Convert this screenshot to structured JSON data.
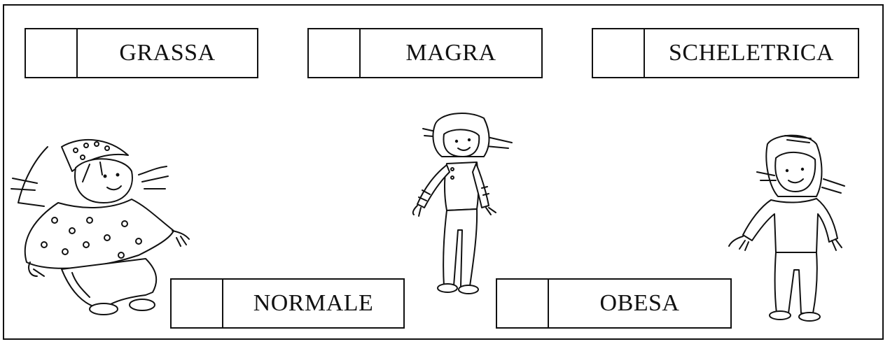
{
  "labels": {
    "grassa": "GRASSA",
    "magra": "MAGRA",
    "scheletrica": "SCHELETRICA",
    "normale": "NORMALE",
    "obesa": "OBESA"
  },
  "colors": {
    "ink": "#111111",
    "paper": "#ffffff"
  }
}
